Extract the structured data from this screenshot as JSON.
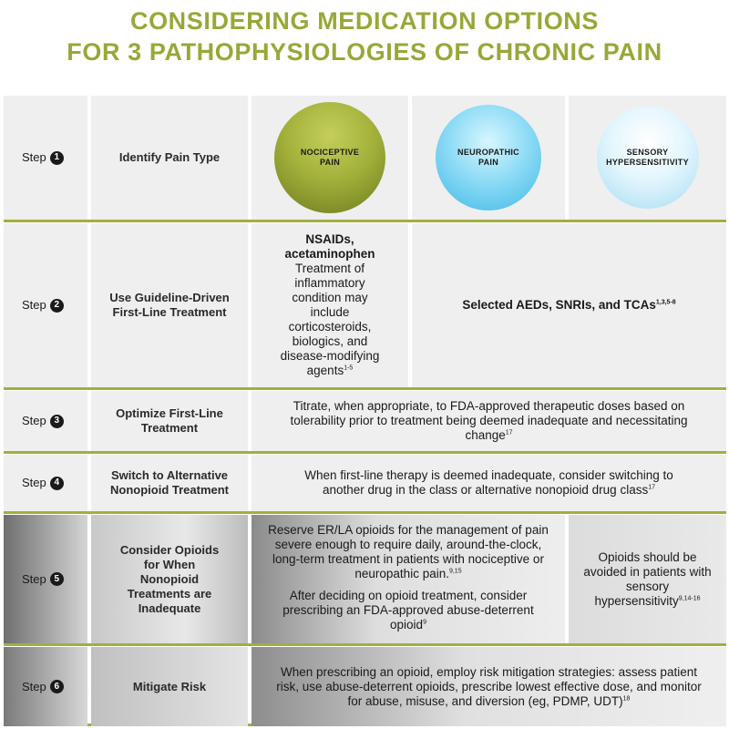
{
  "title": {
    "line1": "CONSIDERING MEDICATION OPTIONS",
    "line2": "FOR 3 PATHOPHYSIOLOGIES OF CHRONIC PAIN"
  },
  "step_word": "Step",
  "colors": {
    "title": "#9aa738",
    "separator": "#a3ae3e",
    "cell_bg": "#efefef"
  },
  "rows": [
    {
      "num": "1",
      "task": "Identify Pain Type",
      "circles": [
        {
          "label": "NOCICEPTIVE PAIN",
          "color": "#a4b23c"
        },
        {
          "label": "NEUROPATHIC PAIN",
          "color": "#8fdcf6"
        },
        {
          "label": "SENSORY HYPERSENSITIVITY",
          "color": "#e3f6fd"
        }
      ]
    },
    {
      "num": "2",
      "task": "Use Guideline-Driven First-Line Treatment",
      "nociceptive_bold": "NSAIDs, acetaminophen",
      "nociceptive_text": "Treatment of inflammatory condition may include corticosteroids, biologics, and disease-modifying agents",
      "nociceptive_ref": "1-5",
      "neuro_text": "Selected AEDs, SNRIs, and TCAs",
      "neuro_ref": "1,3,5-8"
    },
    {
      "num": "3",
      "task": "Optimize First-Line Treatment",
      "text": "Titrate, when appropriate, to FDA-approved therapeutic doses based on tolerability prior to treatment being deemed inadequate and necessitating change",
      "ref": "17"
    },
    {
      "num": "4",
      "task": "Switch to Alternative Nonopioid Treatment",
      "text": "When first-line therapy is deemed inadequate, consider switching to another drug in the class or alternative nonopioid drug class",
      "ref": "17"
    },
    {
      "num": "5",
      "task": "Consider Opioids for When Nonopioid Treatments are Inadequate",
      "para1": "Reserve ER/LA opioids for the management of pain severe enough to require daily, around-the-clock, long-term treatment in patients with nociceptive or neuropathic pain.",
      "para1_ref": "9,15",
      "para2": "After deciding on opioid treatment, consider prescribing an FDA-approved abuse-deterrent opioid",
      "para2_ref": "9",
      "side": "Opioids should be avoided in patients with sensory hypersensitivity",
      "side_ref": "9,14-16"
    },
    {
      "num": "6",
      "task": "Mitigate Risk",
      "text": "When prescribing an opioid, employ risk mitigation strategies: assess patient risk, use abuse-deterrent opioids, prescribe lowest effective dose, and monitor for abuse, misuse, and diversion (eg, PDMP, UDT)",
      "ref": "18"
    }
  ]
}
